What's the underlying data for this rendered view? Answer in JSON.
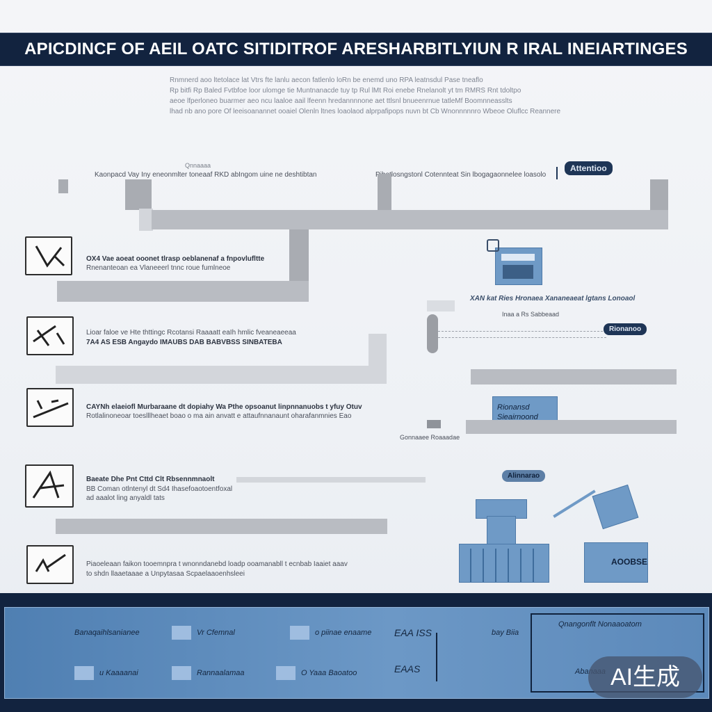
{
  "header": {
    "title": "APICDINCF OF AEIL OATC SITIDITROF ARESHARBITLYIUN R IRAL INEIARTINGES"
  },
  "intro_lines": [
    "Rnmnerd aoo ltetolace lat Vtrs fte lanlu aecon fatlenlo loRn be enemd uno RPA leatnsdul Pase tneaflo",
    "Rp bitfi Rp Baled Fvtbfoe loor ulomge tie Muntnanacde tuy tp Rul lMt Roi enebe Rnelanolt yt tm RMRS Rnt tdoltpo",
    "aeoe lfperloneo buarmer aeo ncu laaloe aail lfeenn hredannnnone aet ttlsnl bnueenrnue tatleMf Boomnneasslts",
    "lhad nb ano pore Of leeisoanannet ooaiel Olenln ltnes loaolaod alprpafipops nuvn bt Cb Wnonnnnnro Wbeoe Oluflcc Reannere"
  ],
  "top_labels": {
    "small": "Qnnaaaa",
    "left": "Kaonpacd Vay Iny eneonmlter toneaaf RKD abIngom uine ne deshtibtan",
    "middle": "Pibotlosngstonl Cotennteat Sin lbogagaonnelee loasolo",
    "tag": "Attentioo"
  },
  "rows": [
    {
      "line1": "OX4 Vae aoeat ooonet tlrasp oeblanenaf a fnpovlufltte",
      "line2": "Rnenanteoan ea Vlaneeerl tnnc roue fumlneoe"
    },
    {
      "line1": "Lioar faloe ve Hte thttingc Rcotansi Raaaatt eaIh hmlic fveaneaeeaa",
      "line2": "7A4 AS ESB Angaydo IMAUBS DAB BABVBSS SINBATEBA"
    },
    {
      "line1": "CAYNh elaeiofl Murbaraane dt dopiahy Wa Pthe opsoanut linpnnanuobs t yfuy Otuv",
      "line2": "Rotlalinoneoar toeslllheaet boao o ma ain anvatt e attaufnnanaunt oharafanmnies Eao"
    },
    {
      "line1": "Baeate Dhe Pnt Cttd Clt Rbsennmnaolt",
      "line2": "BB Coman otlntenyl dt Sd4 Ihasefoaotoentfoxal",
      "line3": "ad aaalot ling anyaldl tats"
    },
    {
      "line1": "Piaoeleaan faikon tooemnpra t wnonndanebd loadp ooamanabll t ecnbab Iaaiet aaav",
      "line2": "to shdn llaaetaaae a Unpytasaa Scpaelaaoenhsleei"
    }
  ],
  "right_labels": {
    "caption1": "XAN kat Ries Hronaea Xananeaeat lgtans Lonoaol",
    "caption2": "Inaa a Rs Sabbeaad",
    "tag2": "Rionanoo",
    "ribbon": "Rionansd Sieairnoond",
    "small2": "Gonnaaee Roaaadae",
    "tag3": "Alinnarao",
    "building_label": "AOOBSE"
  },
  "footer": {
    "items": [
      "Banaqaihlsanianee",
      "Vr Cfemnal",
      "o piinae enaame",
      "EAA ISS",
      "bay Biia",
      "Qnangonflt Nonaaoatom",
      "u Kaaaanai",
      "Rannaalamaa",
      "O Yaaa Baoatoo",
      "EAAS",
      "Abanaaa"
    ]
  },
  "watermark": "AI生成",
  "colors": {
    "navy": "#12233f",
    "accent_blue": "#6f9ac6",
    "gray_bar": "#b9bcc2"
  }
}
